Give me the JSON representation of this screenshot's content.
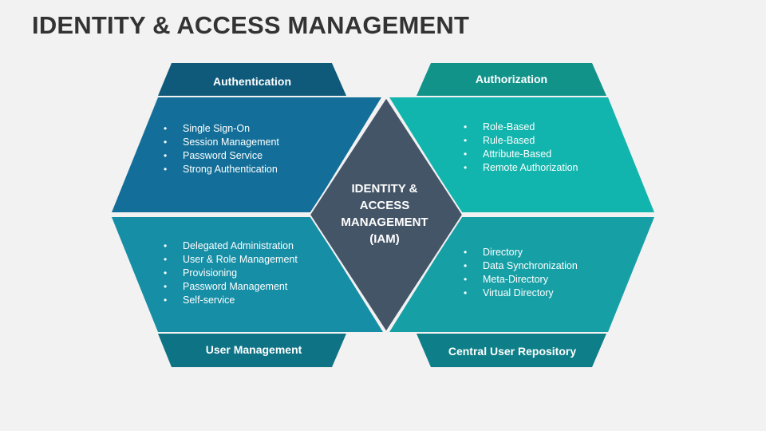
{
  "title": "IDENTITY & ACCESS MANAGEMENT",
  "center": {
    "line1": "IDENTITY &",
    "line2": "ACCESS",
    "line3": "MANAGEMENT",
    "line4": "(IAM)"
  },
  "quadrants": {
    "authentication": {
      "label": "Authentication",
      "items": [
        "Single Sign-On",
        "Session Management",
        "Password Service",
        "Strong Authentication"
      ]
    },
    "authorization": {
      "label": "Authorization",
      "items": [
        "Role-Based",
        "Rule-Based",
        "Attribute-Based",
        "Remote Authorization"
      ]
    },
    "user_management": {
      "label": "User Management",
      "items": [
        "Delegated Administration",
        "User & Role Management",
        "Provisioning",
        "Password Management",
        "Self-service"
      ]
    },
    "central_repository": {
      "label": "Central User Repository",
      "items": [
        "Directory",
        "Data Synchronization",
        "Meta-Directory",
        "Virtual Directory"
      ]
    }
  },
  "colors": {
    "authentication_tab": "#0f5a7a",
    "authentication_body": "#136f99",
    "authorization_tab": "#11938a",
    "authorization_body": "#12b5ad",
    "user_management_tab": "#0e7385",
    "user_management_body": "#168ea6",
    "central_repository_tab": "#0e7f88",
    "central_repository_body": "#16a0a6",
    "center_diamond": "#455568",
    "title": "#333333"
  }
}
